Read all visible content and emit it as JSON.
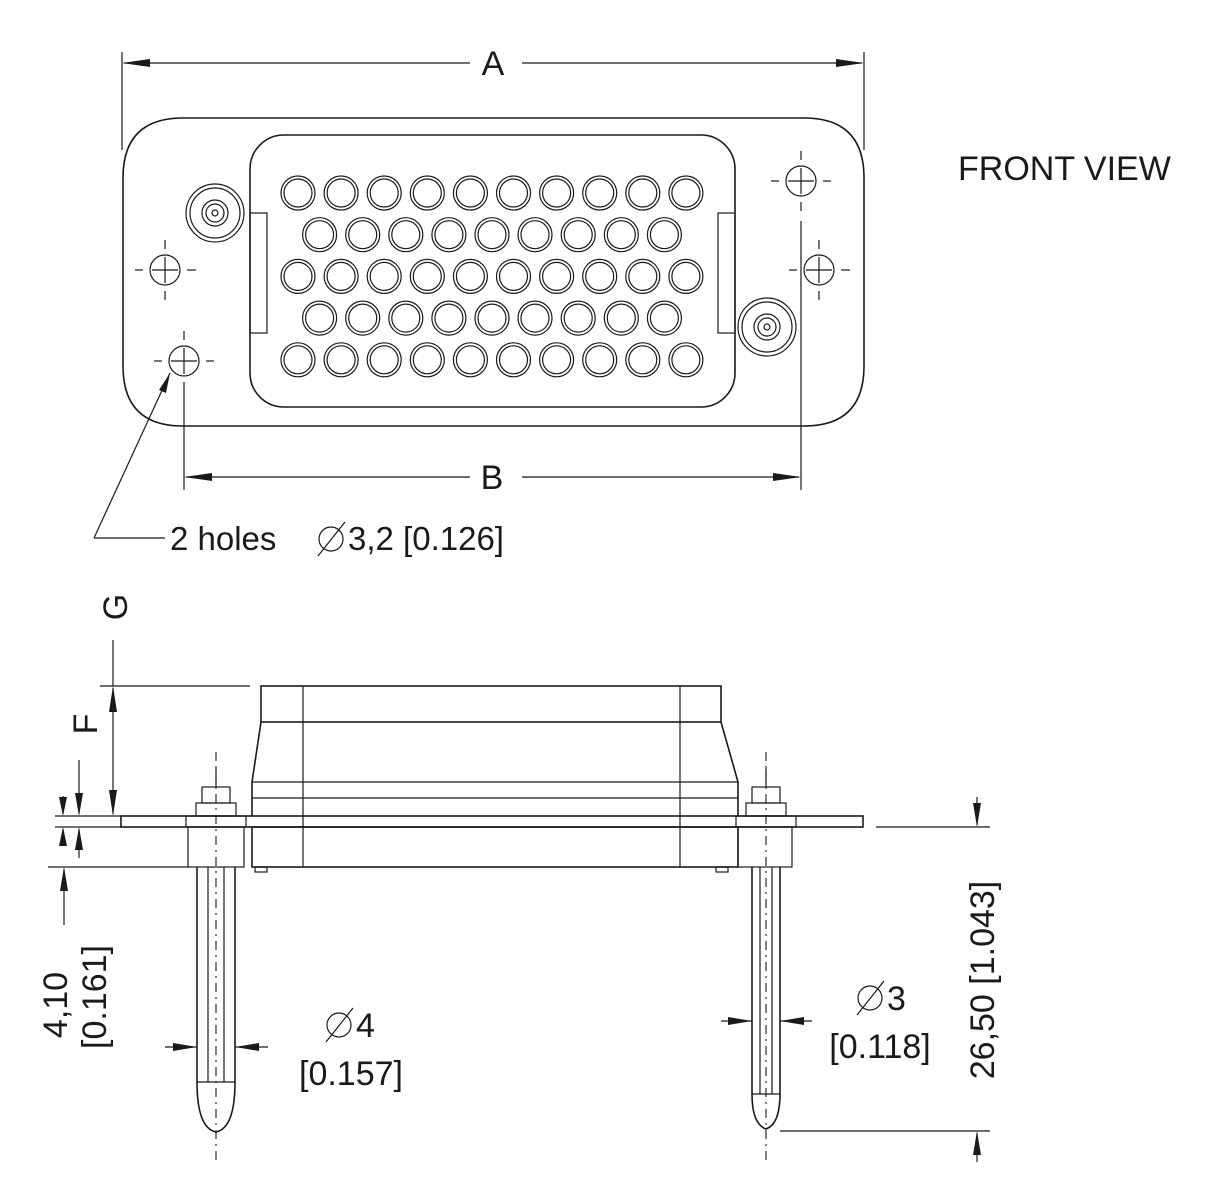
{
  "labels": {
    "view_title": "FRONT VIEW",
    "dim_a": "A",
    "dim_b": "B",
    "dim_f": "F",
    "dim_g": "G",
    "holes_note": "2 holes",
    "holes_diameter": "3,2 [0.126]",
    "dim_410_mm": "4,10",
    "dim_410_in": "[0.161]",
    "pin4_mm": "4",
    "pin4_in": "[0.157]",
    "pin3_mm": "3",
    "pin3_in": "[0.118]",
    "dim_2650": "26,50 [1.043]"
  },
  "connector": {
    "contact_rows": [
      10,
      9,
      10,
      9,
      10
    ]
  },
  "colors": {
    "line": "#1a1a1a",
    "background": "#ffffff"
  }
}
